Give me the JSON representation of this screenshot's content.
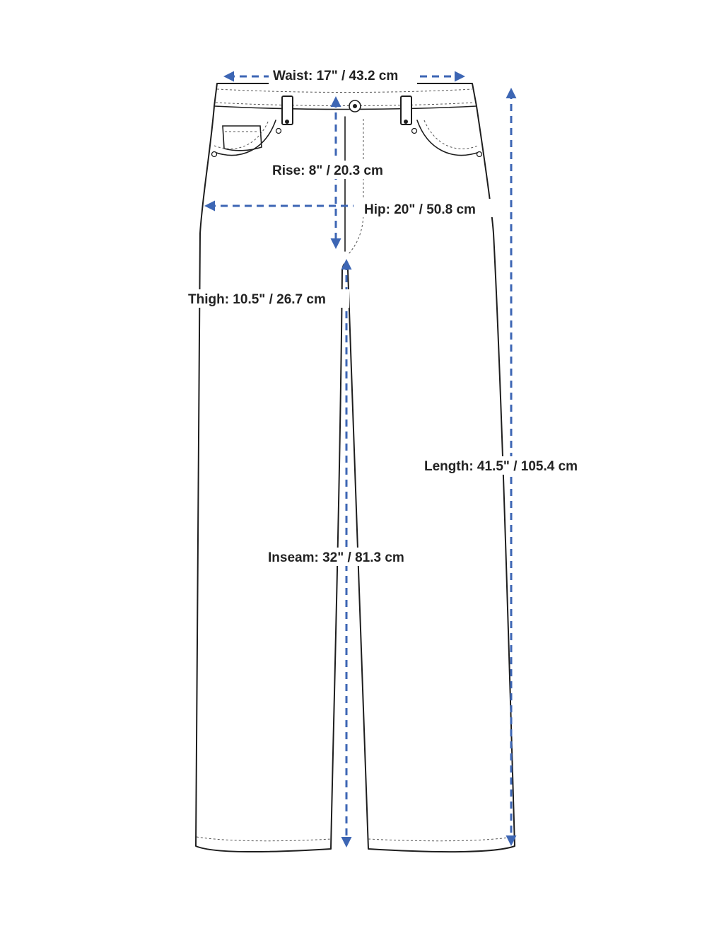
{
  "colors": {
    "measure_line": "#3d66b4",
    "outline": "#1e1e1e",
    "background": "#ffffff"
  },
  "measurements": {
    "waist": "Waist: 17\" / 43.2 cm",
    "rise": "Rise: 8\" / 20.3 cm",
    "hip": "Hip: 20\" / 50.8 cm",
    "thigh": "Thigh: 10.5\" / 26.7 cm",
    "length": "Length: 41.5\" / 105.4 cm",
    "inseam": "Inseam: 32\" / 81.3 cm"
  }
}
